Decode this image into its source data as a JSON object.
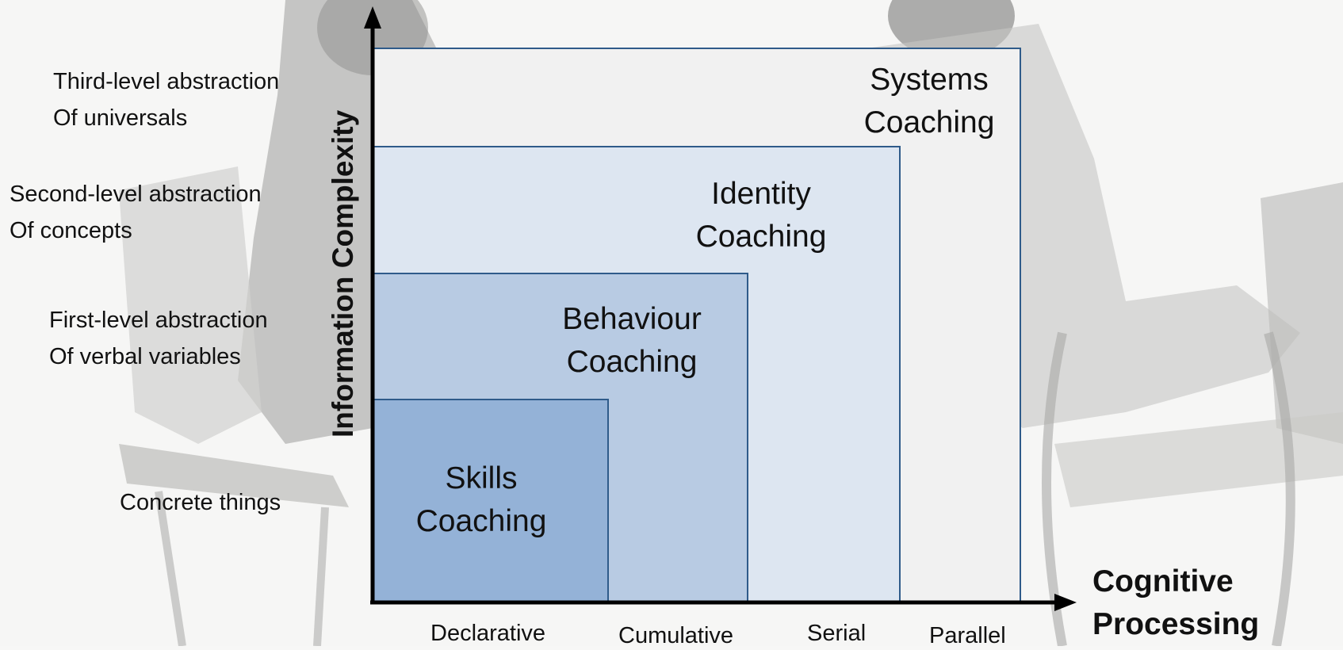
{
  "diagram": {
    "y_axis": {
      "title": "Information Complexity",
      "levels": [
        {
          "line1": "Third-level abstraction",
          "line2": "Of universals"
        },
        {
          "line1": "Second-level abstraction",
          "line2": "Of concepts"
        },
        {
          "line1": "First-level abstraction",
          "line2": "Of verbal variables"
        },
        {
          "line1": "Concrete things",
          "line2": ""
        }
      ]
    },
    "x_axis": {
      "title_line1": "Cognitive",
      "title_line2": "Processing",
      "ticks": [
        "Declarative",
        "Cumulative",
        "Serial",
        "Parallel"
      ]
    },
    "boxes": [
      {
        "line1": "Systems",
        "line2": "Coaching",
        "fill": "#f1f1f1"
      },
      {
        "line1": "Identity",
        "line2": "Coaching",
        "fill": "#dde6f1"
      },
      {
        "line1": "Behaviour",
        "line2": "Coaching",
        "fill": "#b8cbe3"
      },
      {
        "line1": "Skills",
        "line2": "Coaching",
        "fill": "#94b2d7"
      }
    ],
    "border_color": "#2f5b8a",
    "axis_color": "#000000"
  }
}
